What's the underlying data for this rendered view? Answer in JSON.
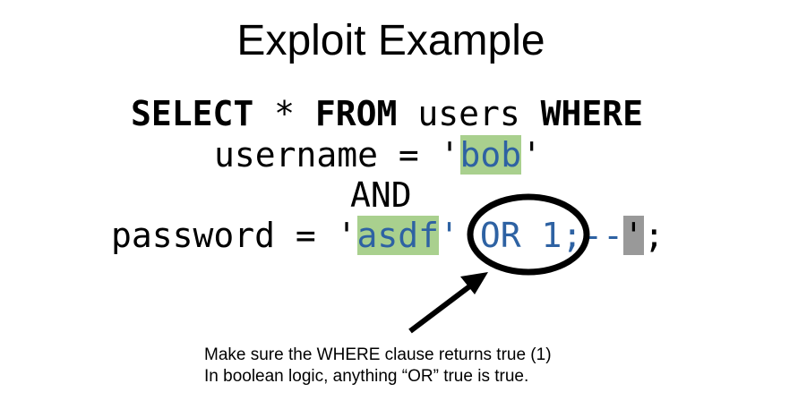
{
  "slide": {
    "title": "Exploit Example"
  },
  "query": {
    "line1": {
      "select": "SELECT",
      "star": " * ",
      "from": "FROM",
      "users": " users ",
      "where": "WHERE"
    },
    "line2": {
      "prefix": "username = '",
      "value": "bob",
      "suffix": "'"
    },
    "line3": {
      "and": "AND"
    },
    "line4": {
      "prefix": "password = '",
      "value": "asdf",
      "quote": "'",
      "injection": " OR 1;--",
      "tail_quote": "'",
      "tail_semicolon": ";"
    }
  },
  "annotation": {
    "line1": "Make sure the WHERE clause returns true (1)",
    "line2": "In boolean logic, anything “OR” true is true."
  },
  "colors": {
    "value_highlight": "#a9d08e",
    "injected_text": "#2e62a3",
    "trailing_quote_highlight": "#999999"
  }
}
